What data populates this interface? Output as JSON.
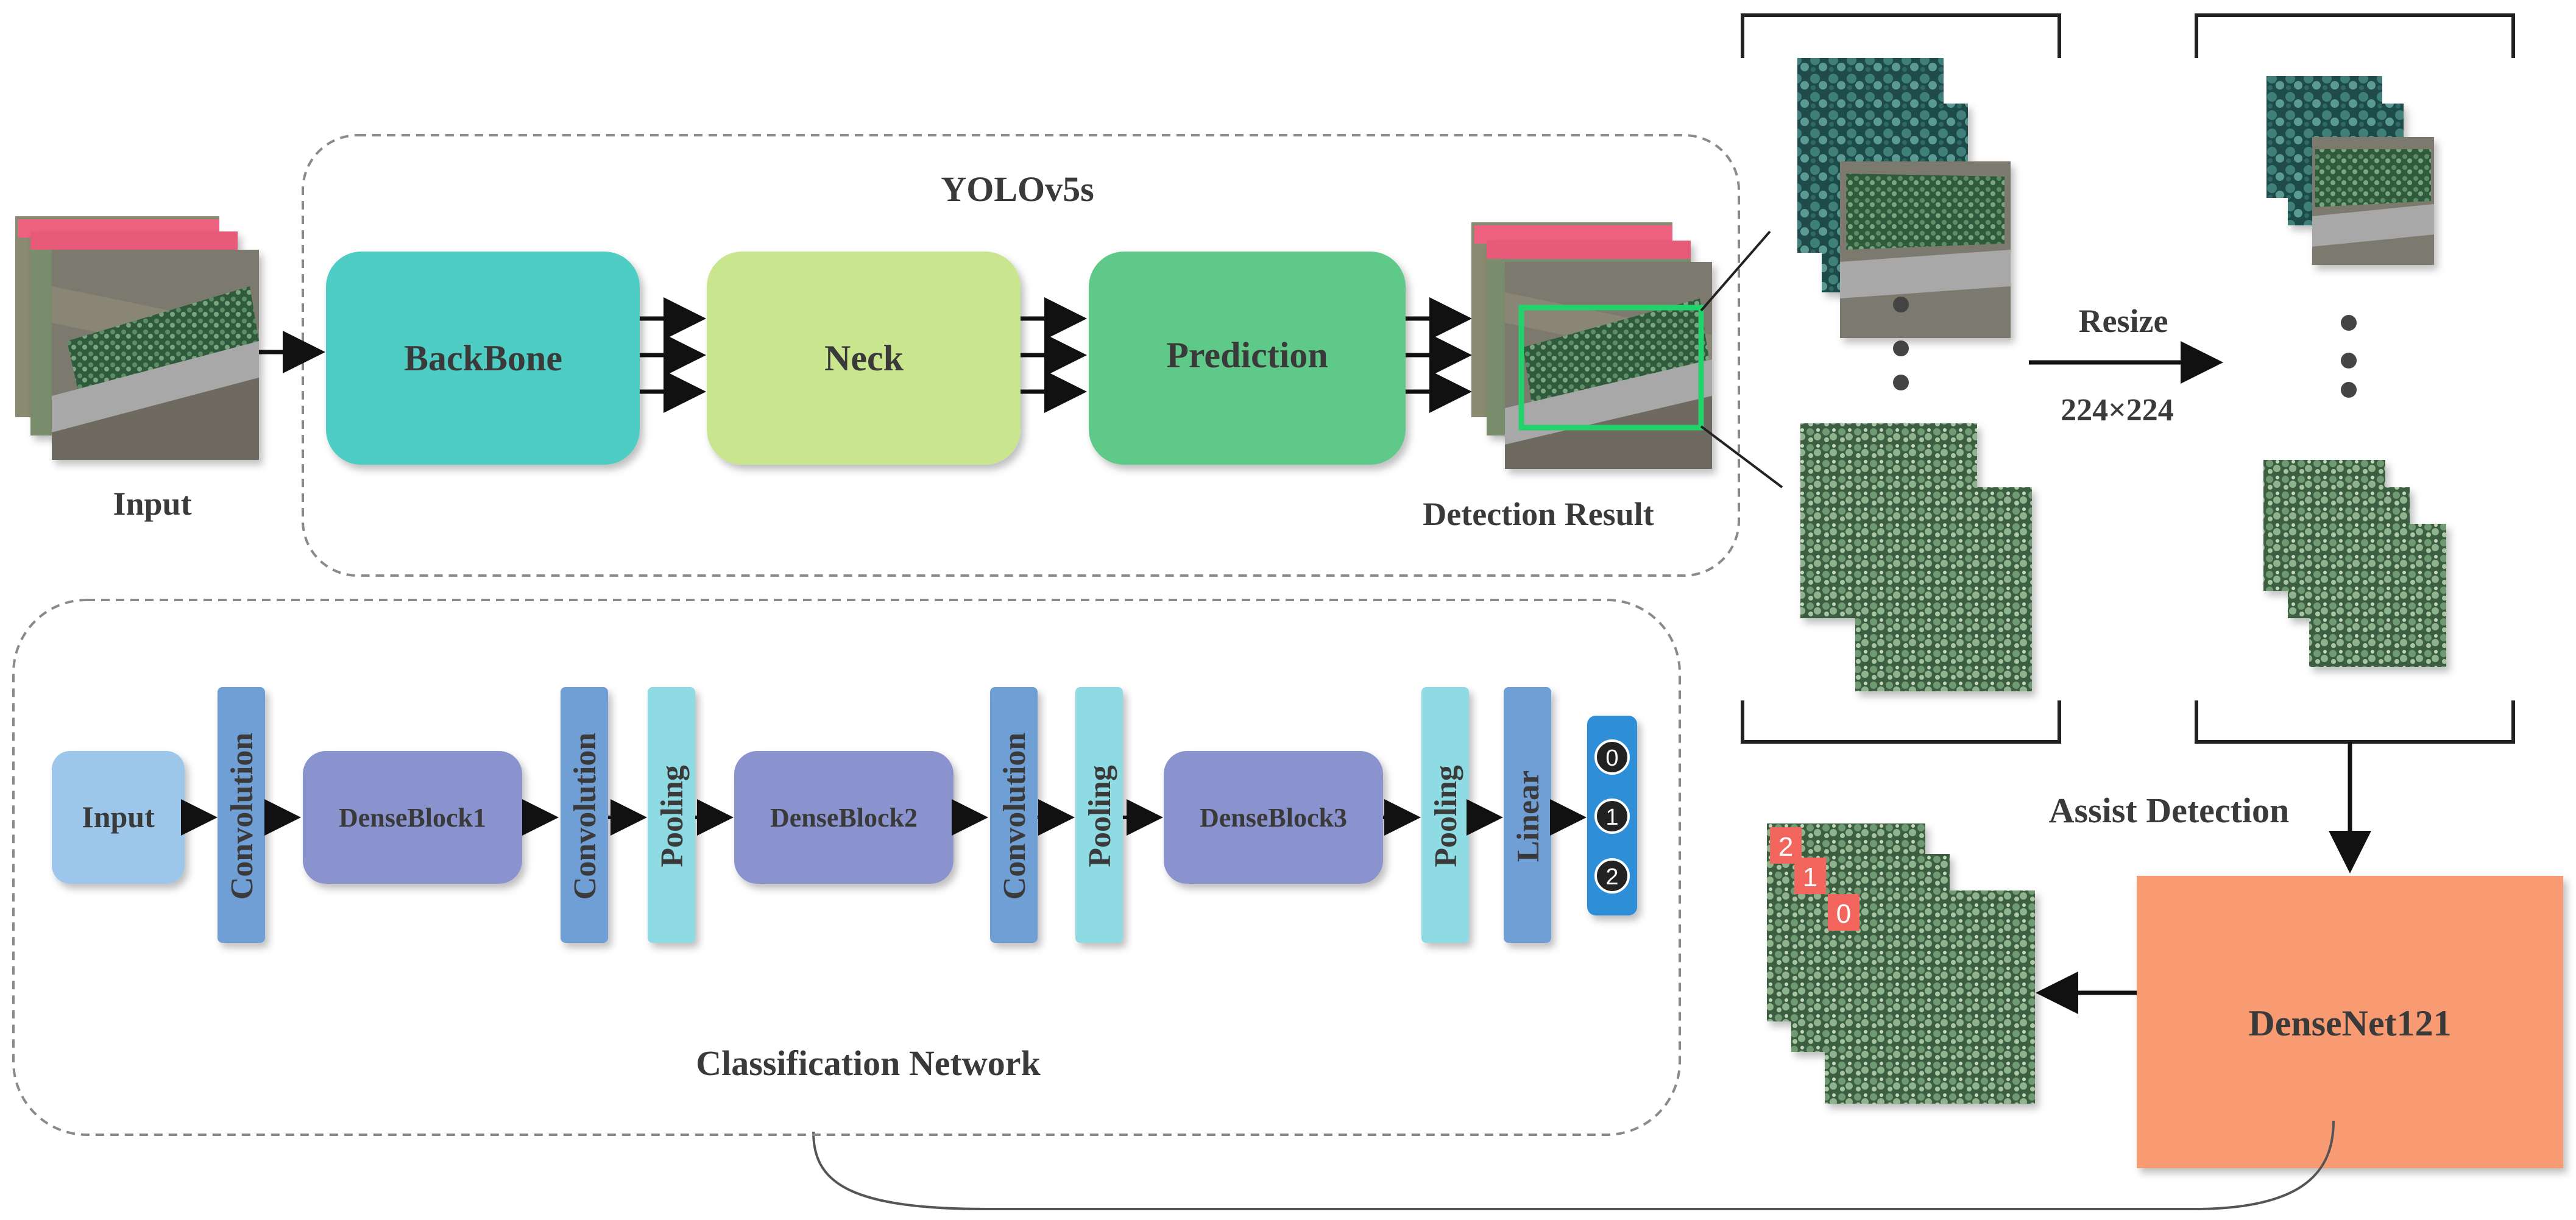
{
  "yolo": {
    "title": "YOLOv5s",
    "input_label": "Input",
    "backbone": "BackBone",
    "neck": "Neck",
    "prediction": "Prediction",
    "detection_label": "Detection Result"
  },
  "resize": {
    "label": "Resize",
    "size": "224×224"
  },
  "assist": {
    "label": "Assist Detection",
    "densenet": "DenseNet121",
    "badges": [
      "2",
      "1",
      "0"
    ]
  },
  "classification": {
    "title": "Classification Network",
    "input": "Input",
    "conv1": "Convolution",
    "dense1": "DenseBlock1",
    "conv2": "Convolution",
    "pool1": "Pooling",
    "dense2": "DenseBlock2",
    "conv3": "Convolution",
    "pool2": "Pooling",
    "dense3": "DenseBlock3",
    "pool3": "Pooling",
    "linear": "Linear",
    "outputs": [
      "0",
      "1",
      "2"
    ]
  },
  "colors": {
    "backbone": "#4ecdc4",
    "neck": "#c9e58e",
    "prediction": "#5fc98a",
    "densenet": "#f99b72",
    "input_block": "#9cc7ea",
    "conv_block": "#6f9fd6",
    "pool_block": "#8fdbe3",
    "dense_block": "#8b93cf",
    "linear_block": "#6f9fd6",
    "output_bar": "#2f8fd8",
    "detect_box": "#22d36b",
    "badge": "#f2665e"
  }
}
